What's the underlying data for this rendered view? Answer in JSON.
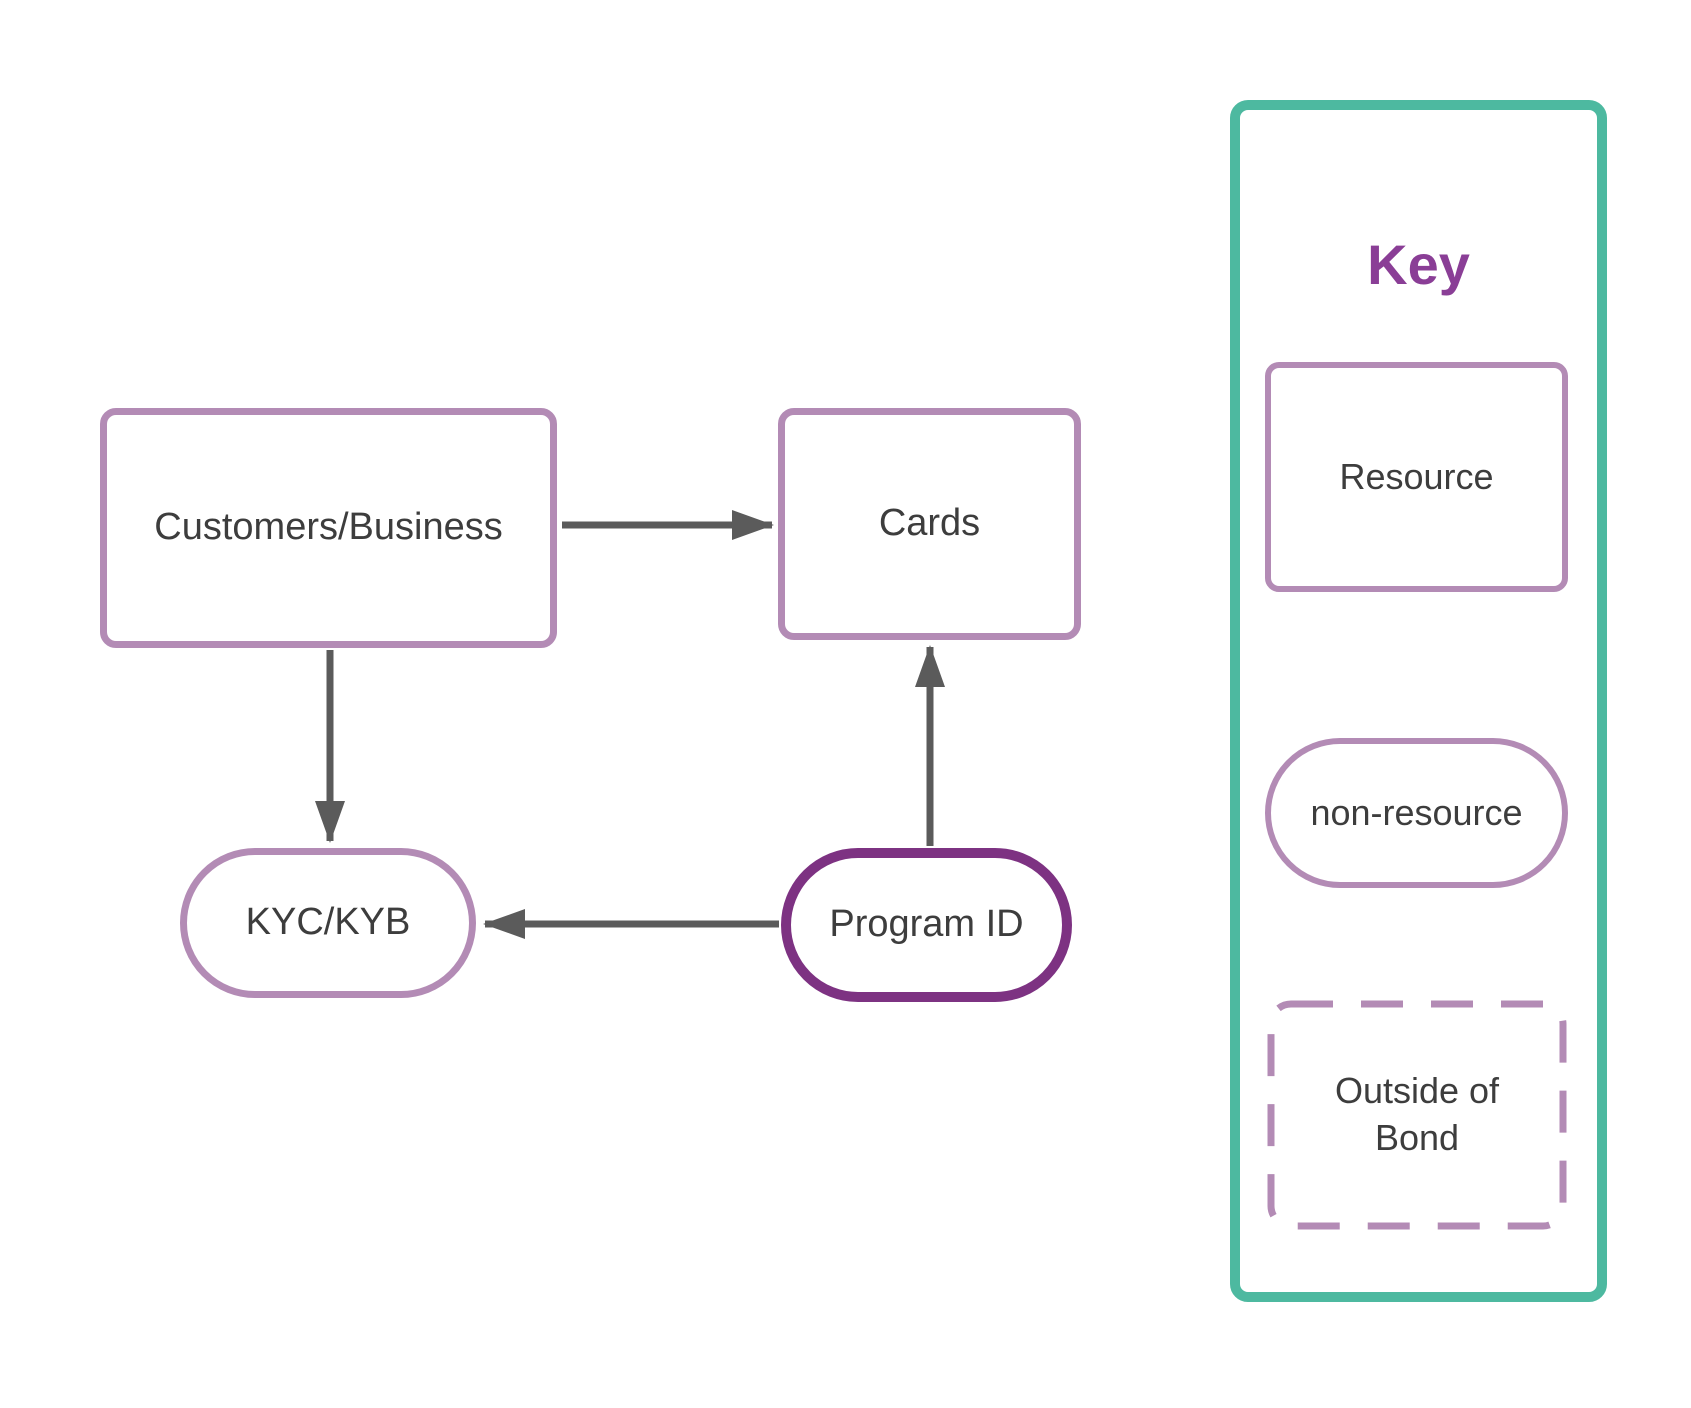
{
  "diagram": {
    "nodes": {
      "customers": {
        "label": "Customers/Business",
        "shape": "rectangle",
        "style": "resource"
      },
      "cards": {
        "label": "Cards",
        "shape": "rectangle",
        "style": "resource"
      },
      "kyc": {
        "label": "KYC/KYB",
        "shape": "rounded",
        "style": "non-resource"
      },
      "program": {
        "label": "Program ID",
        "shape": "rounded",
        "style": "non-resource-emphasized"
      }
    },
    "edges": [
      {
        "from": "customers",
        "to": "cards",
        "direction": "right"
      },
      {
        "from": "customers",
        "to": "kyc",
        "direction": "down"
      },
      {
        "from": "program",
        "to": "cards",
        "direction": "up"
      },
      {
        "from": "program",
        "to": "kyc",
        "direction": "left"
      }
    ]
  },
  "key": {
    "title": "Key",
    "items": [
      {
        "label": "Resource",
        "shape": "rectangle"
      },
      {
        "label": "non-resource",
        "shape": "rounded"
      },
      {
        "label": "Outside of Bond",
        "shape": "dashed-rectangle"
      }
    ]
  },
  "colors": {
    "lavender_border": "#b38bb5",
    "dark_purple_border": "#7d3282",
    "key_title_purple": "#8a3e96",
    "teal_border": "#4db9a0",
    "arrow_gray": "#5b5b5b",
    "text_gray": "#3d3d3d",
    "background": "#ffffff"
  }
}
